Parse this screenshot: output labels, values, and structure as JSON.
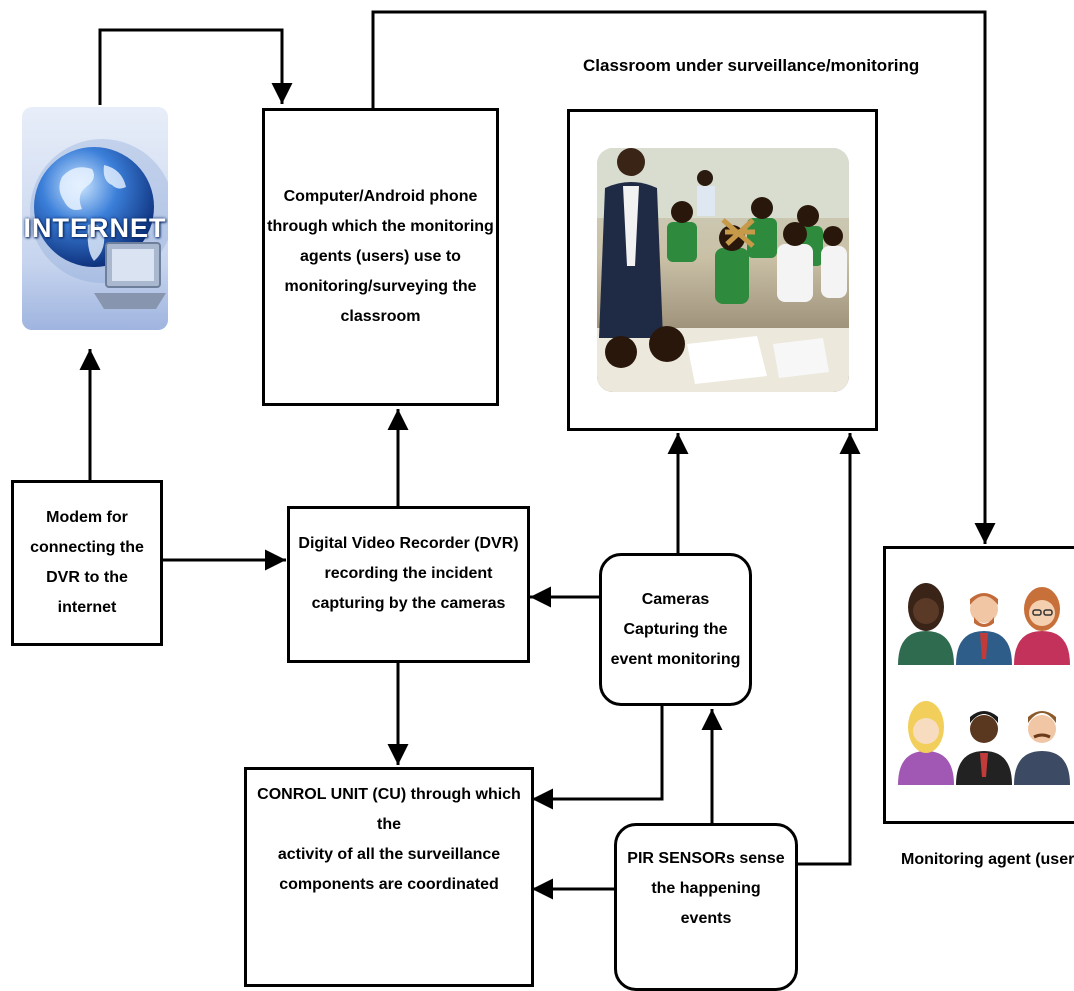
{
  "diagram": {
    "internet_icon_label": "INTERNET",
    "classroom_title": "Classroom under surveillance/monitoring",
    "computer_box": "Computer/Android phone\nthrough which the monitoring\nagents (users) use to\nmonitoring/surveying the\nclassroom",
    "modem_box": "Modem for\nconnecting the\nDVR to the\ninternet",
    "dvr_box": "Digital Video Recorder (DVR)\nrecording the incident\ncapturing by the cameras",
    "cameras_box": "Cameras\nCapturing the\nevent monitoring",
    "control_unit_box": "CONROL UNIT (CU) through which the\nactivity of all the surveillance\ncomponents are coordinated",
    "pir_box": "PIR SENSORs sense\nthe happening\nevents",
    "monitoring_agent_caption": "Monitoring agent (users)"
  },
  "colors": {
    "line": "#000000",
    "globe_blue": "#1f5fbf",
    "internet_bg": "#dfe8f7"
  },
  "icons": [
    "internet-globe-icon",
    "classroom-photo",
    "users-group-icon"
  ]
}
